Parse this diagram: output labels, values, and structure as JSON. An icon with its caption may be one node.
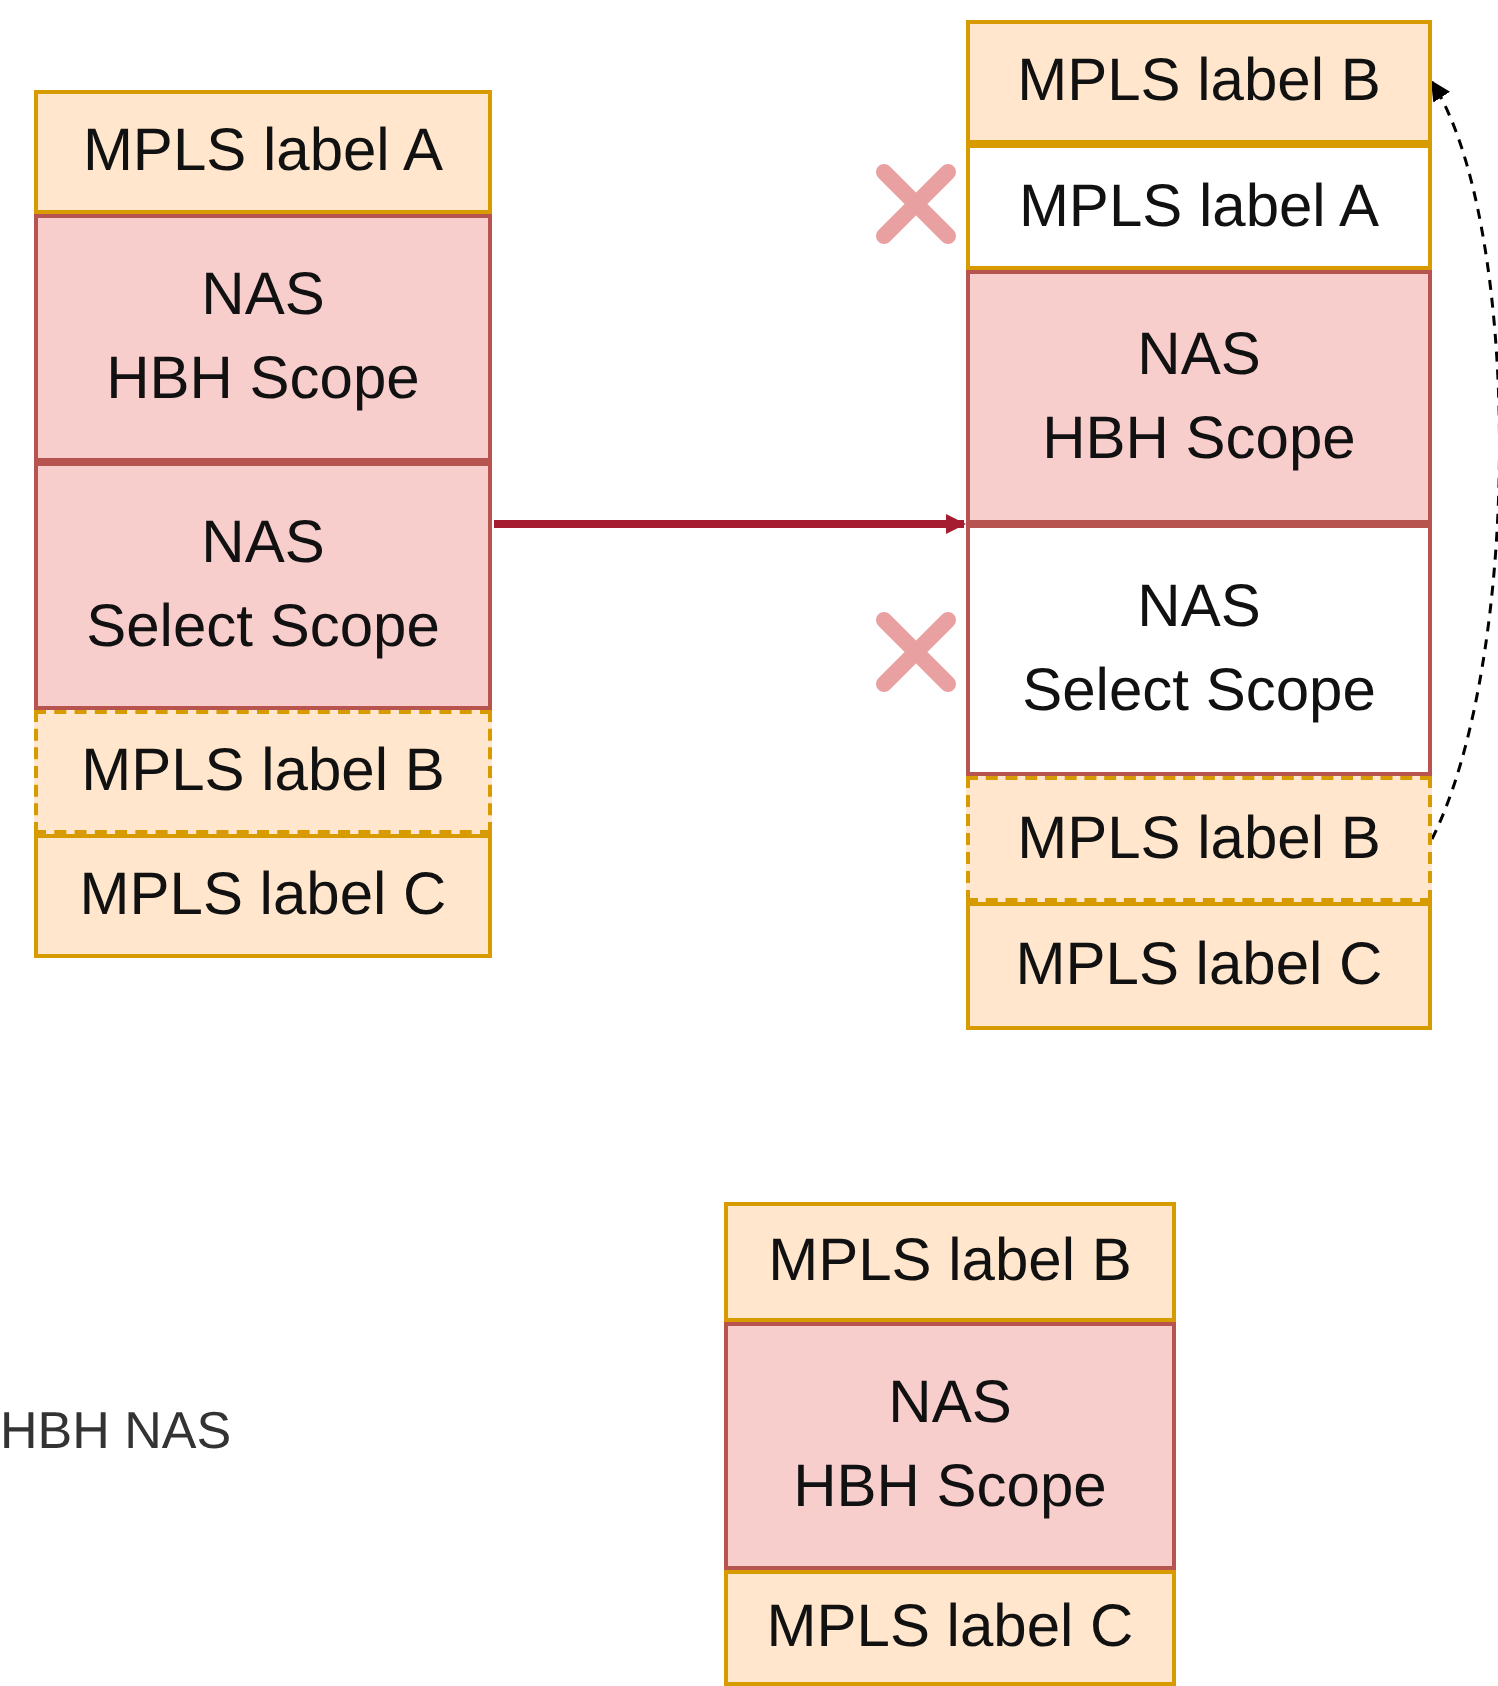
{
  "diagram": {
    "nodes": [
      {
        "text": [],
        "shape": "box"
      },
      {
        "text": [
          "MPLS label A"
        ],
        "in": 0
      },
      {
        "text": [
          "NAS HBH Scope"
        ],
        "in": 0
      },
      {
        "text": [
          "NAS Select Scope"
        ],
        "in": 0
      },
      {
        "text": [
          "MPLS label B"
        ],
        "in": 0
      },
      {
        "text": [
          "MPLS label C"
        ],
        "in": 0
      },
      {
        "text": [],
        "shape": "box"
      },
      {
        "text": [
          "MPLS label B"
        ],
        "in": 6
      },
      {
        "text": [
          "MPLS label A"
        ],
        "in": 6
      },
      {
        "text": [
          "NAS HBH Scope"
        ],
        "in": 6
      },
      {
        "text": [
          "NAS Select Scope"
        ],
        "in": 6
      },
      {
        "text": [
          "MPLS label B"
        ],
        "in": 6
      },
      {
        "text": [
          "MPLS label C"
        ],
        "in": 6
      },
      {
        "text": [
          "MPLS label B"
        ]
      },
      {
        "text": [
          "NAS HBH Scope"
        ]
      },
      {
        "text": [
          "MPLS label C"
        ]
      }
    ],
    "edges": [
      {
        "from": 0,
        "to": 6,
        "arrow": "to",
        "style": "thick",
        "color": "#a51c30"
      },
      {
        "from": 11,
        "to": 7,
        "arrow": "to",
        "style": "dashed",
        "color": "#000000"
      }
    ],
    "labels": [
      "HBH NAS"
    ]
  }
}
